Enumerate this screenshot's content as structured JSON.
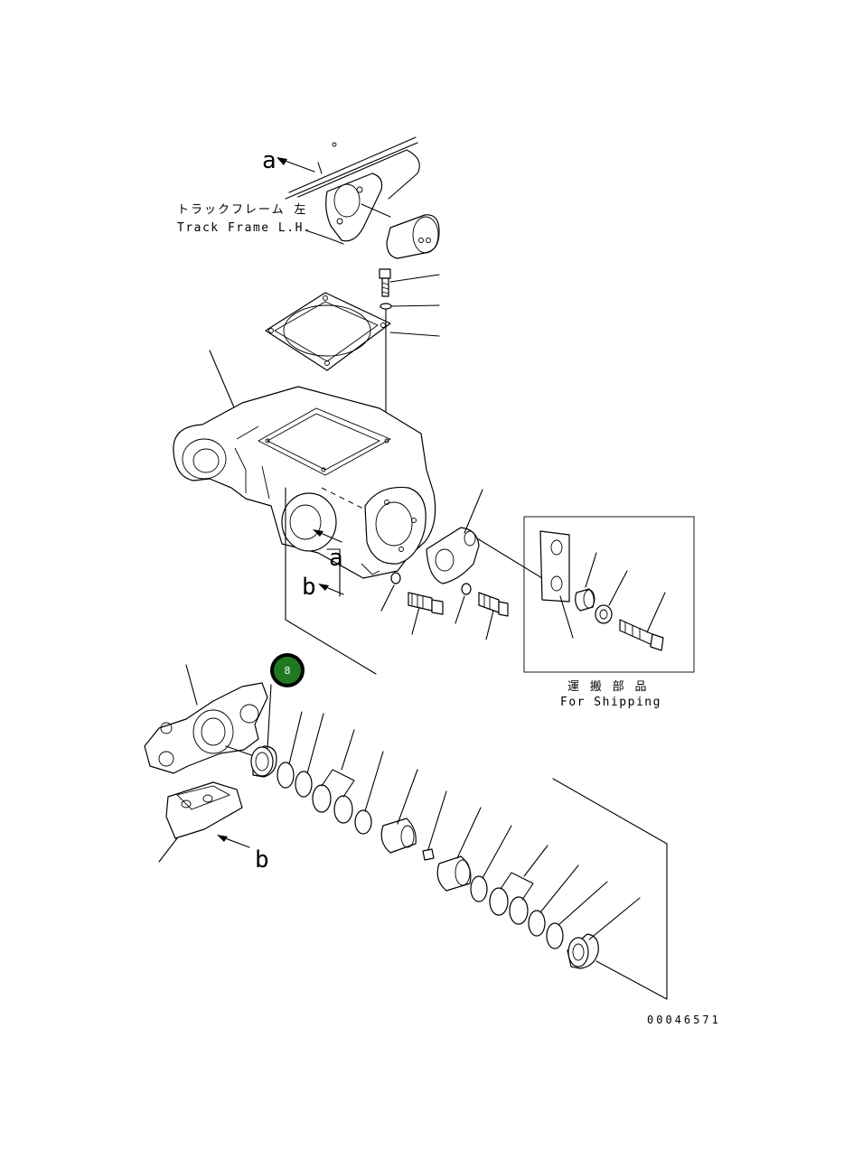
{
  "labels": {
    "ref_a": "a",
    "ref_b": "b",
    "frame_jp": "トラックフレーム 左",
    "frame_en": "Track Frame L.H.",
    "shipping_jp": "運 搬 部 品",
    "shipping_en": "For Shipping",
    "drawing_number": "00046571"
  },
  "callout": {
    "number": "8",
    "color": "#1f7a1f"
  }
}
